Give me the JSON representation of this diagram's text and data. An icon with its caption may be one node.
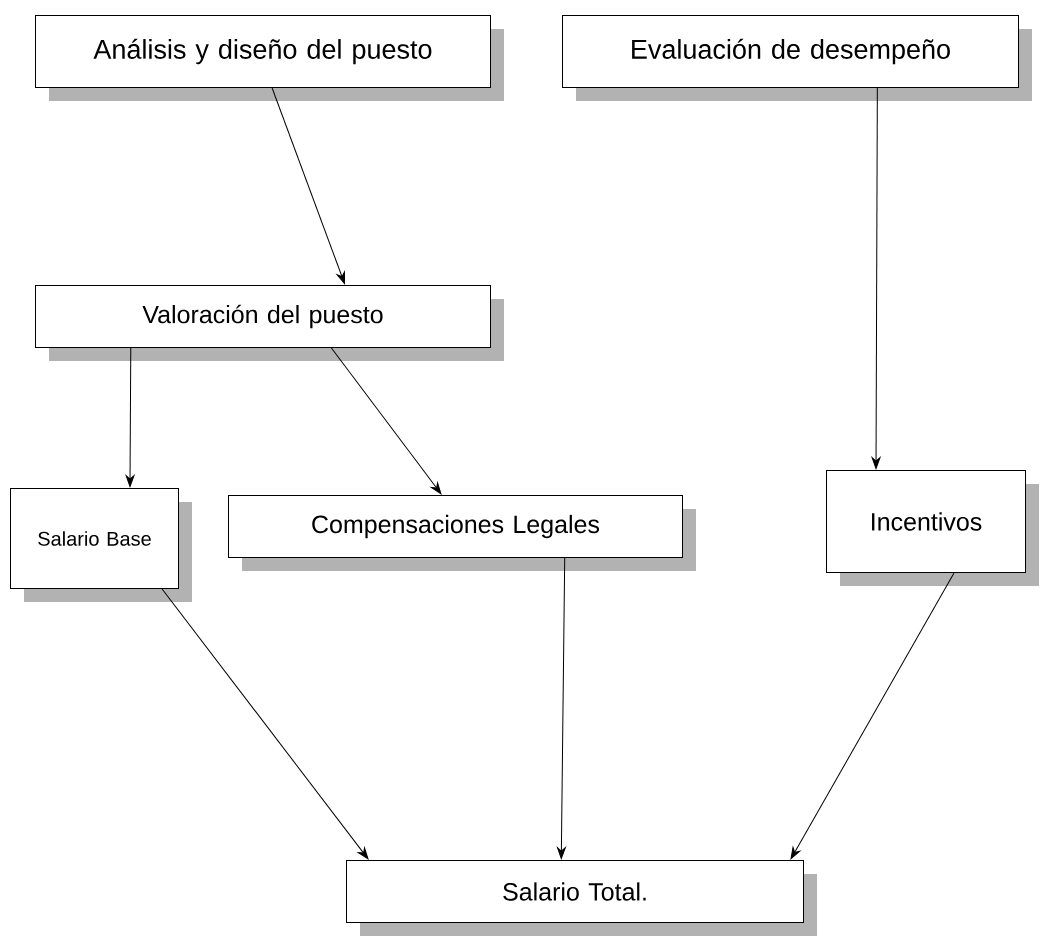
{
  "diagram": {
    "nodes": [
      {
        "text": [
          "Análisis y diseño del puesto"
        ]
      },
      {
        "text": [
          "Evaluación de desempeño"
        ]
      },
      {
        "text": [
          "Valoración del puesto"
        ]
      },
      {
        "text": [
          "Salario Base"
        ]
      },
      {
        "text": [
          "Compensaciones Legales"
        ]
      },
      {
        "text": [
          "Incentivos"
        ]
      },
      {
        "text": [
          "Salario Total."
        ]
      }
    ],
    "edges": [
      {
        "from": 0,
        "to": 2,
        "arrow": "to"
      },
      {
        "from": 1,
        "to": 5,
        "arrow": "to"
      },
      {
        "from": 2,
        "to": 3,
        "arrow": "to"
      },
      {
        "from": 2,
        "to": 4,
        "arrow": "to"
      },
      {
        "from": 3,
        "to": 6,
        "arrow": "to"
      },
      {
        "from": 4,
        "to": 6,
        "arrow": "to"
      },
      {
        "from": 5,
        "to": 6,
        "arrow": "to"
      }
    ]
  }
}
